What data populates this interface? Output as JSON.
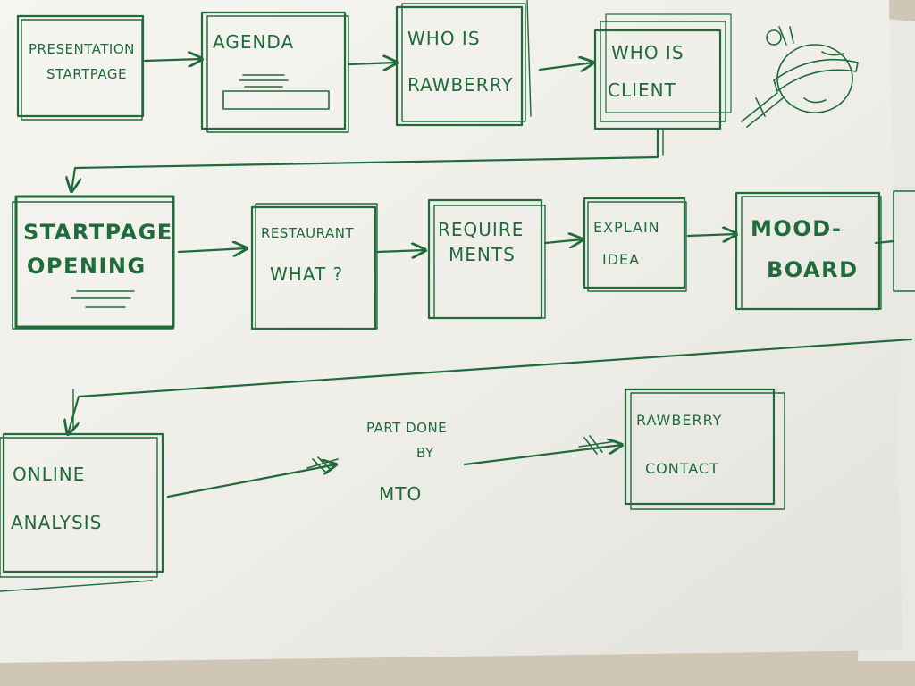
{
  "ink": "#1f6b3a",
  "paper": "#f3f2ee",
  "desk": "#cfc6b6",
  "boxes": {
    "presentation": {
      "line1": "PRESENTATION",
      "line2": "STARTPAGE"
    },
    "agenda": {
      "line1": "AGENDA"
    },
    "who_rawberry": {
      "line1": "WHO IS",
      "line2": "RAWBERRY"
    },
    "who_client": {
      "line1": "WHO IS",
      "line2": "CLIENT"
    },
    "startpage_opening": {
      "line1": "STARTPAGE",
      "line2": "OPENING"
    },
    "restaurant": {
      "line1": "RESTAURANT",
      "line2": "WHAT ?"
    },
    "requirements": {
      "line1": "REQUIRE",
      "line2": "MENTS"
    },
    "explain": {
      "line1": "EXPLAIN",
      "line2": "IDEA"
    },
    "moodboard": {
      "line1": "MOOD-",
      "line2": "BOARD"
    },
    "online": {
      "line1": "ONLINE",
      "line2": "ANALYSIS"
    },
    "contact": {
      "line1": "RAWBERRY",
      "line2": "CONTACT"
    }
  },
  "note": {
    "line1": "PART DONE",
    "line2": "BY",
    "line3": "MTO"
  }
}
